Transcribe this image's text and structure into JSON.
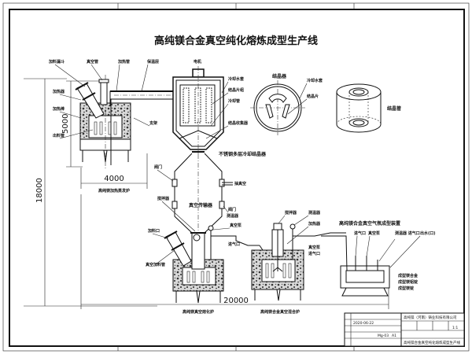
{
  "title": "高纯镁合金真空纯化熔炼成型生产线",
  "dimensions": {
    "total_height": "18000",
    "furnace_height": "5000",
    "furnace_width": "4000",
    "total_length": "20000"
  },
  "equipment": {
    "heating_furnace": "高纯镁加热蒸发炉",
    "crystallizer": "不锈钢多层冷却结晶器",
    "vacuum_transfer": "真空传输器",
    "vacuum_melting_furnace": "高纯镁真空熔化炉",
    "alloy_furnace": "高纯镁合金真空混合炉",
    "control_device": "高纯镁合金真空气氛成型装置",
    "crystallizer_top_view": "结晶器",
    "crystallizer_3d": "结晶管"
  },
  "labels": {
    "left_furnace": [
      "加料漏斗",
      "真空管",
      "加热管",
      "保温层",
      "加热器",
      "加热棒",
      "出料管",
      "支架"
    ],
    "crystallizer": [
      "电机",
      "冷却水套",
      "结晶片组",
      "冷却管",
      "结晶收集器"
    ],
    "top_view": [
      "冷却水套",
      "结晶片"
    ],
    "transfer": [
      "阀门",
      "阀门",
      "抽真空"
    ],
    "melting_furnace": [
      "加料口",
      "真空加料管",
      "搅拌器",
      "测温器",
      "真空泵",
      "进气口"
    ],
    "alloy_furnace": [
      "搅拌器",
      "测温器",
      "加热器",
      "真空泵",
      "进气口"
    ],
    "control_device": [
      "进气口",
      "真空泵",
      "测温器 进气口",
      "出水(口)"
    ],
    "outputs": [
      "成型镁合金",
      "成型镁铝锭",
      "成型镁锭"
    ]
  },
  "title_block": {
    "company": "高纯镁（河南）铸业科技有限公司",
    "date": "2020-06-22",
    "drawing_no": "Mg-03",
    "sheet": "A1",
    "scale": "1:1",
    "drawing_name": "高纯镁合金真空纯化熔炼成型生产线"
  }
}
